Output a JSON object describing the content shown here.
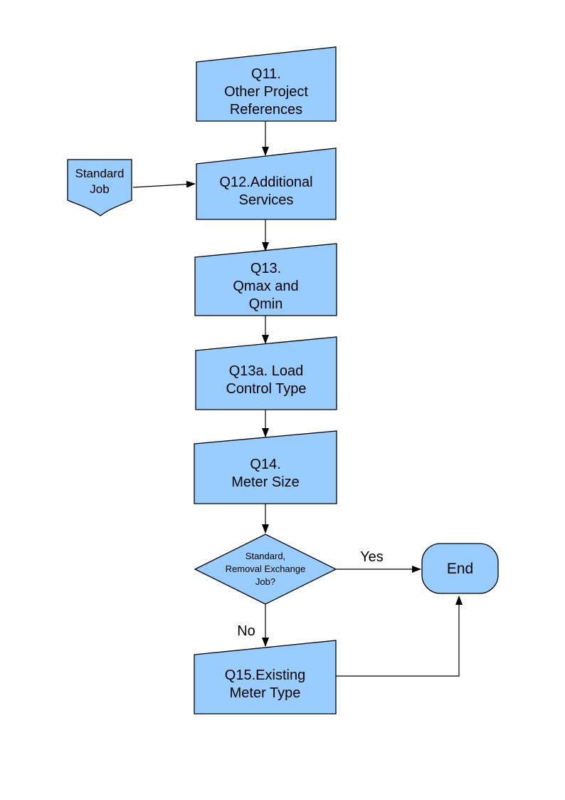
{
  "colors": {
    "node_fill": "#99CCFF",
    "node_border": "#000000",
    "connector": "#000000",
    "text": "#000000"
  },
  "nodes": {
    "q11": {
      "label": "Q11.\nOther Project\nReferences"
    },
    "standard_job": {
      "label": "Standard\nJob"
    },
    "q12": {
      "label": "Q12.Additional\nServices"
    },
    "q13": {
      "label": "Q13.\nQmax and\nQmin"
    },
    "q13a": {
      "label": "Q13a. Load\nControl Type"
    },
    "q14": {
      "label": "Q14.\nMeter Size"
    },
    "decision": {
      "label": "Standard,\nRemoval Exchange\nJob?"
    },
    "end": {
      "label": "End"
    },
    "q15": {
      "label": "Q15.Existing\nMeter Type"
    }
  },
  "edge_labels": {
    "yes": "Yes",
    "no": "No"
  }
}
